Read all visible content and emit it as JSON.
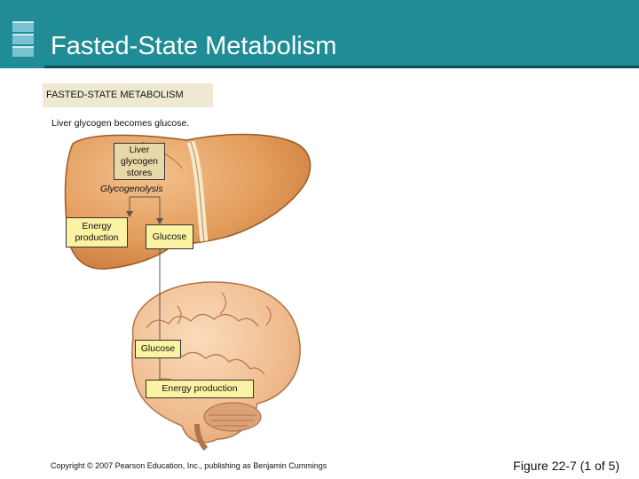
{
  "slide": {
    "title": "Fasted-State Metabolism",
    "tag": "FASTED-STATE METABOLISM",
    "caption": "Liver glycogen becomes glucose."
  },
  "diagram": {
    "liver_stores": "Liver\nglycogen\nstores",
    "process": "Glycogenolysis",
    "energy_box": "Energy\nproduction",
    "glucose_liver": "Glucose",
    "glucose_brain": "Glucose",
    "energy_brain": "Energy production"
  },
  "footer": {
    "copyright": "Copyright © 2007 Pearson Education, Inc., publishing as Benjamin Cummings",
    "figure": "Figure 22-7 (1 of 5)"
  },
  "colors": {
    "header": "#1f8c96",
    "liver": "#e7a162",
    "brain": "#f0bf92",
    "label_yellow": "#fbf3a3"
  }
}
